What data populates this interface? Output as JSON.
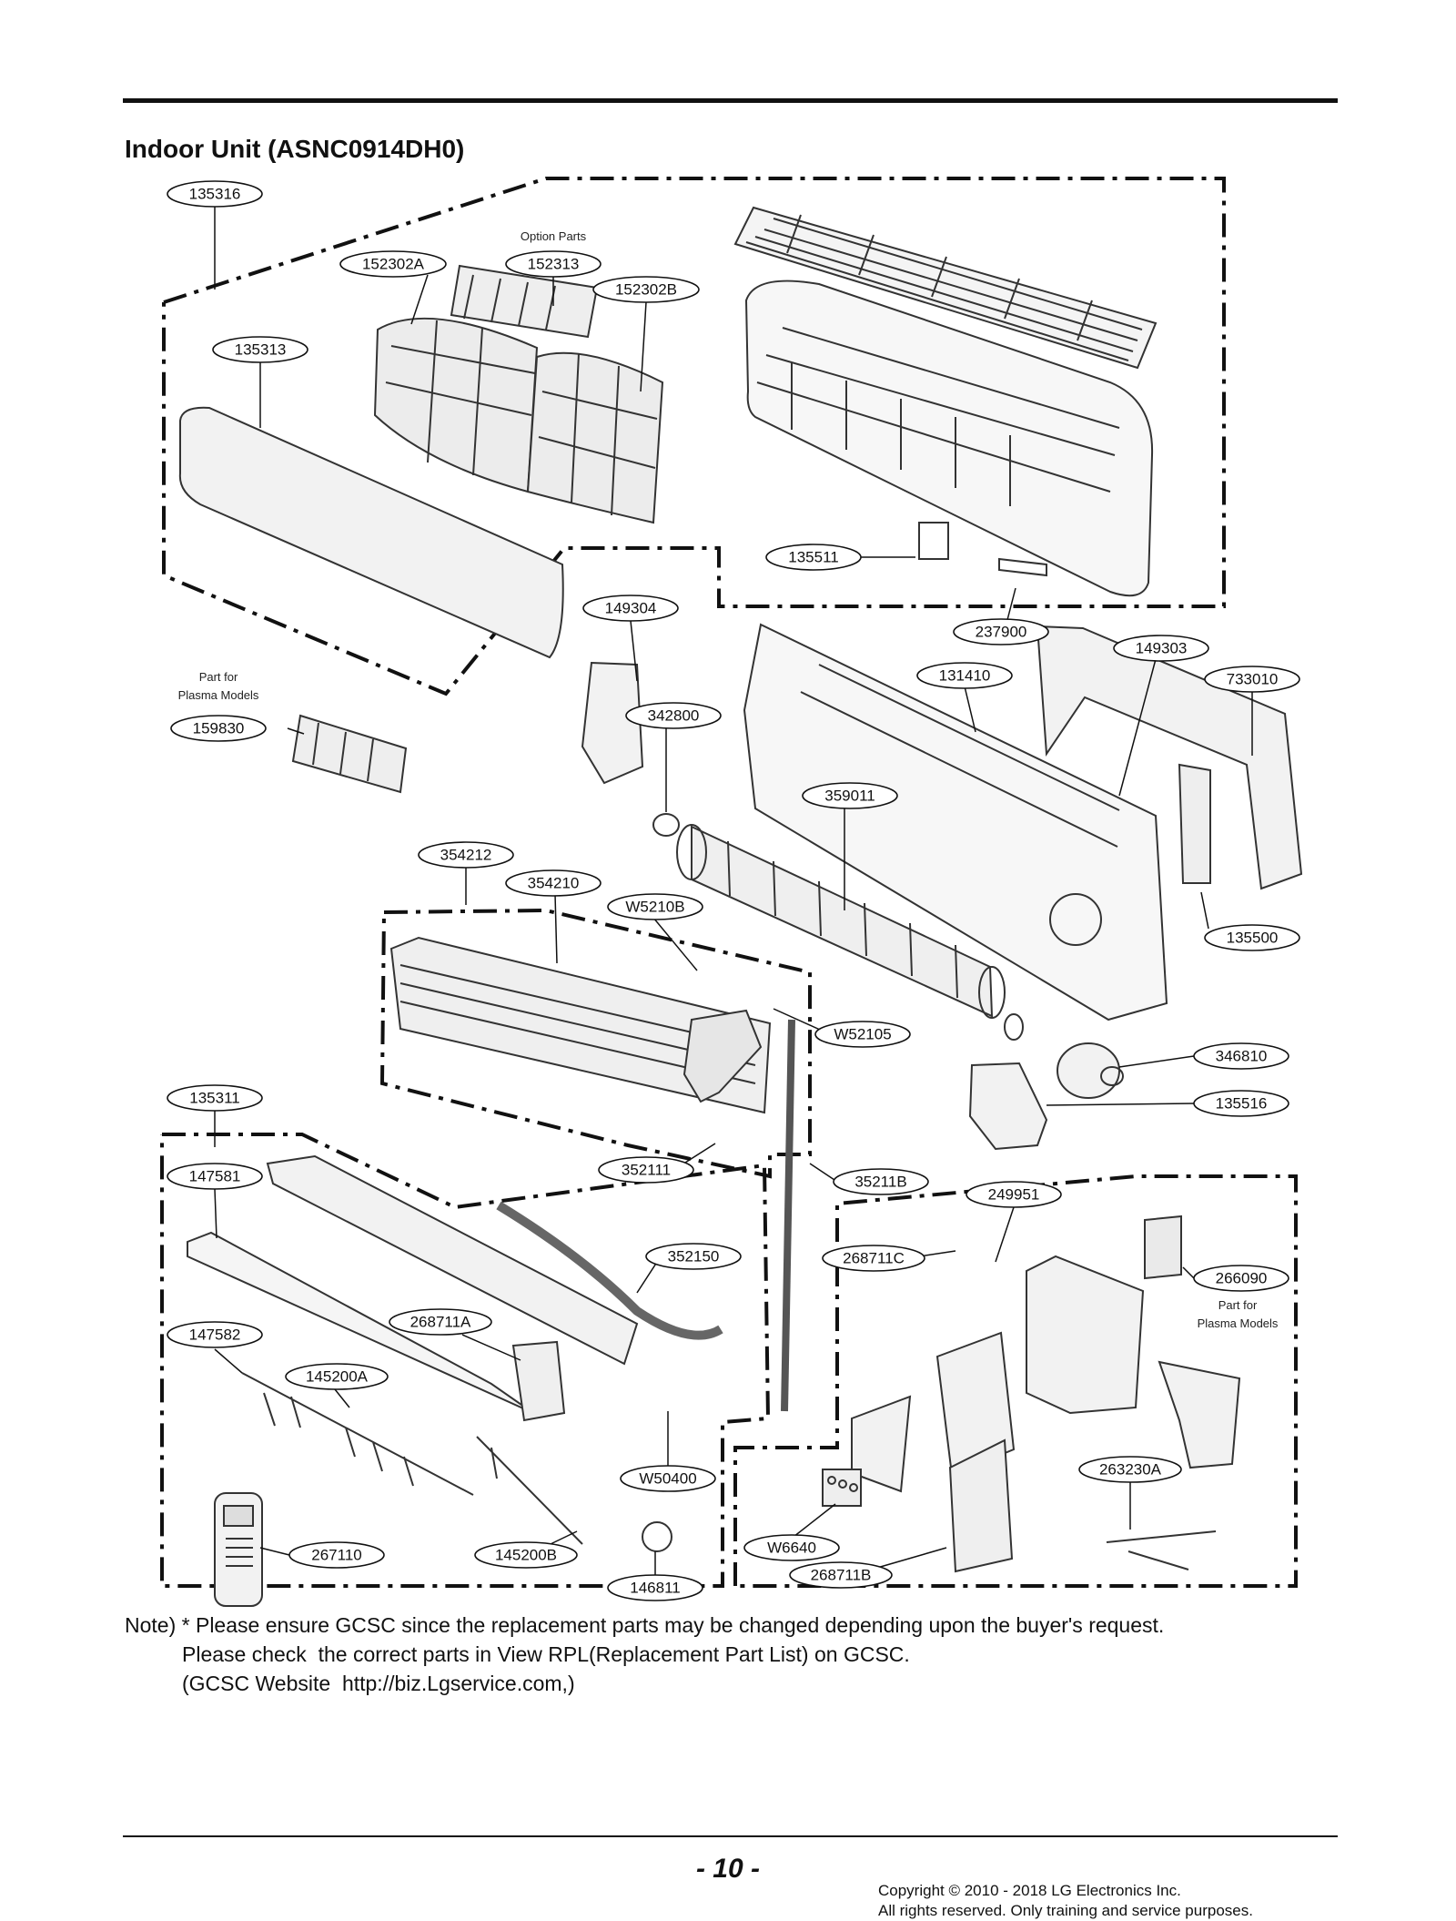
{
  "header": {
    "title": "Indoor Unit (ASNC0914DH0)"
  },
  "diagram": {
    "callouts": [
      "135316",
      "135313",
      "152302A",
      "152313",
      "152302B",
      "135511",
      "237900",
      "149304",
      "149303",
      "131410",
      "733010",
      "159830",
      "342800",
      "359011",
      "354212",
      "354210",
      "W5210B",
      "135500",
      "W52105",
      "346810",
      "135516",
      "135311",
      "147581",
      "352111",
      "35211B",
      "249951",
      "352150",
      "268711C",
      "266090",
      "268711A",
      "147582",
      "145200A",
      "W50400",
      "263230A",
      "267110",
      "145200B",
      "W6640",
      "268711B",
      "146811"
    ],
    "captions": {
      "option_parts": "Option Parts",
      "plasma_left_line1": "Part for",
      "plasma_left_line2": "Plasma Models",
      "plasma_right_line1": "Part for",
      "plasma_right_line2": "Plasma Models"
    }
  },
  "note": {
    "line1": "Note) * Please ensure GCSC since the replacement parts may be changed depending upon the buyer's request.",
    "line2": "Please check  the correct parts in View RPL(Replacement Part List) on GCSC.",
    "line3": "(GCSC Website  http://biz.Lgservice.com,)"
  },
  "footer": {
    "page_number": "- 10 -",
    "copyright_line1": "Copyright © 2010 - 2018 LG Electronics Inc.",
    "copyright_line2": "All rights reserved. Only training and service purposes."
  }
}
